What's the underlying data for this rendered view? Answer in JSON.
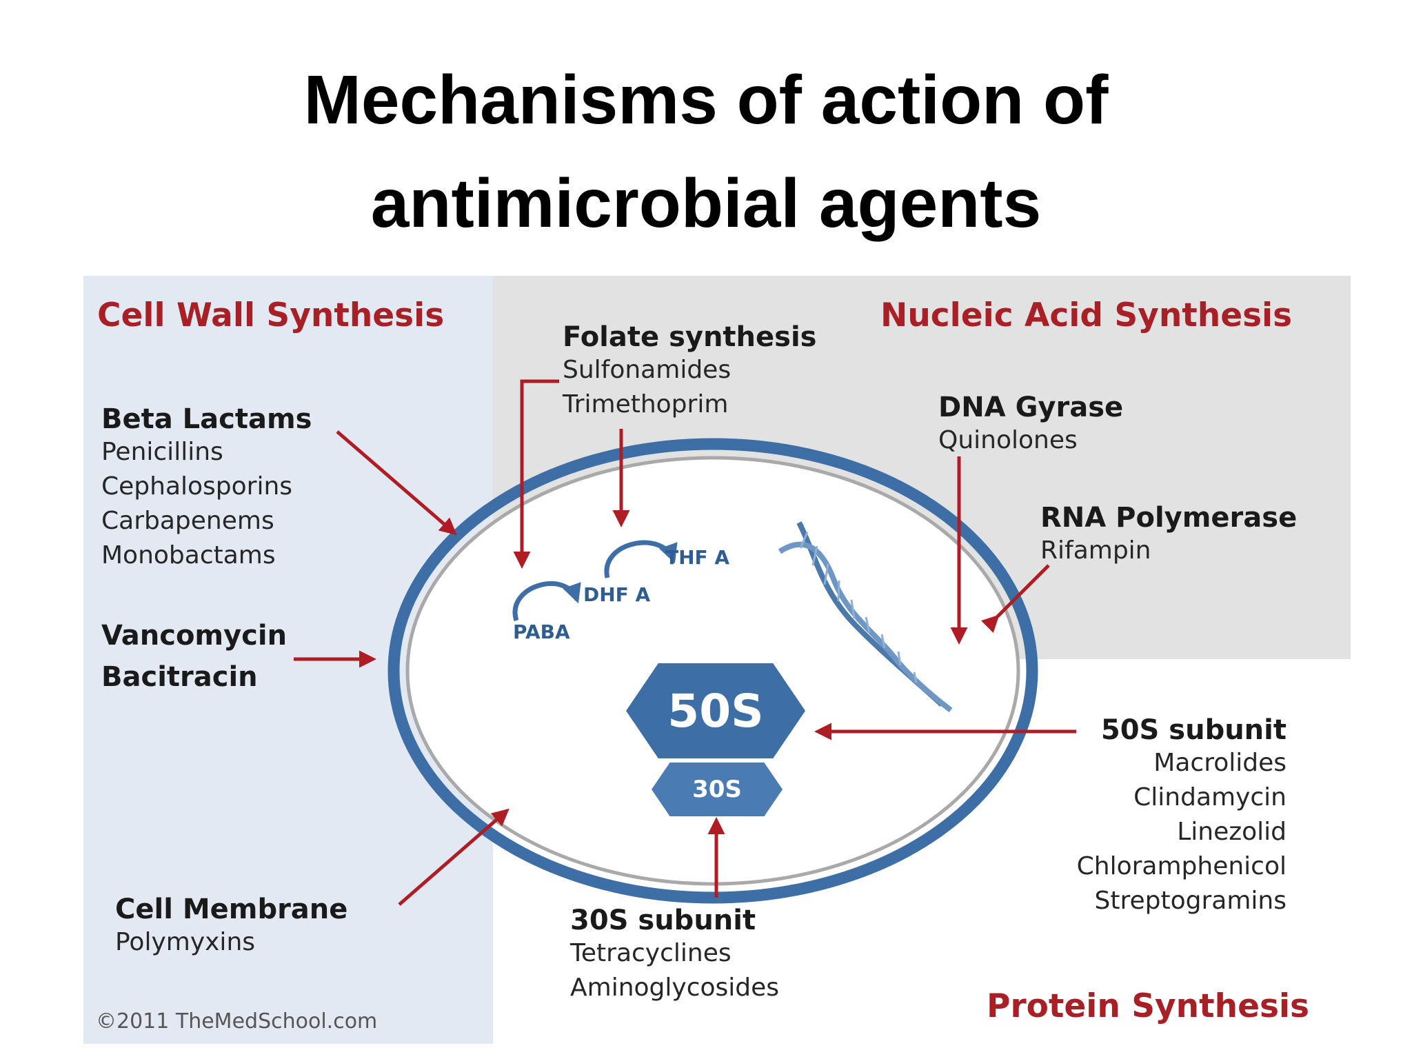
{
  "title": {
    "line1": "Mechanisms of action of",
    "line2": "antimicrobial agents"
  },
  "sections": {
    "cell_wall": "Cell Wall Synthesis",
    "nucleic_acid": "Nucleic Acid Synthesis",
    "protein": "Protein Synthesis"
  },
  "groups": {
    "beta_lactams": {
      "title": "Beta Lactams",
      "items": [
        "Penicillins",
        "Cephalosporins",
        "Carbapenems",
        "Monobactams"
      ]
    },
    "vancomycin": {
      "items": [
        "Vancomycin",
        "Bacitracin"
      ]
    },
    "cell_membrane": {
      "title": "Cell Membrane",
      "items": [
        "Polymyxins"
      ]
    },
    "folate": {
      "title": "Folate synthesis",
      "items": [
        "Sulfonamides",
        "Trimethoprim"
      ]
    },
    "dna_gyrase": {
      "title": "DNA Gyrase",
      "items": [
        "Quinolones"
      ]
    },
    "rna_polymerase": {
      "title": "RNA Polymerase",
      "items": [
        "Rifampin"
      ]
    },
    "subunit_50s": {
      "title": "50S subunit",
      "items": [
        "Macrolides",
        "Clindamycin",
        "Linezolid",
        "Chloramphenicol",
        "Streptogramins"
      ]
    },
    "subunit_30s": {
      "title": "30S subunit",
      "items": [
        "Tetracyclines",
        "Aminoglycosides"
      ]
    }
  },
  "molecules": {
    "paba": "PABA",
    "dhfa": "DHF A",
    "thfa": "THF A"
  },
  "ribosome": {
    "large": "50S",
    "small": "30S"
  },
  "copyright": "©2011 TheMedSchool.com",
  "colors": {
    "arrow": "#b01c24",
    "cell_wall_ring": "#3d6ea6",
    "section_title": "#a81f26",
    "left_panel": "#e3e9f2",
    "right_panel": "#e2e2e2"
  }
}
